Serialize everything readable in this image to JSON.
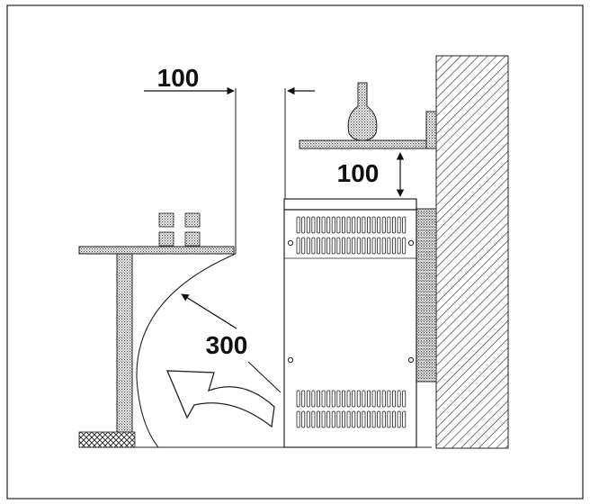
{
  "diagram": {
    "dimensions": {
      "side_clearance": "100",
      "top_clearance": "100",
      "front_clearance": "300"
    },
    "caption": ""
  }
}
